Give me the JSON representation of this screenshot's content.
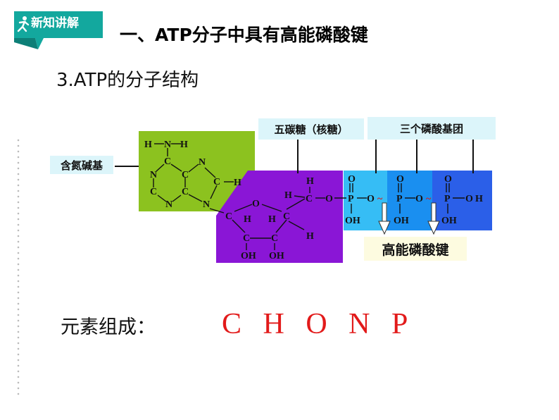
{
  "badge": {
    "text": "新知讲解",
    "icon": "running-person-icon",
    "color": "#13a89e"
  },
  "title": "一、ATP分子中具有高能磷酸键",
  "subtitle": "3.ATP的分子结构",
  "labels": {
    "base": "含氮碱基",
    "sugar": "五碳糖（核糖）",
    "phosphate": "三个磷酸基团",
    "bond": "高能磷酸键"
  },
  "elements": {
    "label": "元素组成：",
    "value": "C H O N P"
  },
  "colors": {
    "base_region": "#8cc21f",
    "sugar_region": "#8a16d6",
    "phosphate_1": "#36bdf5",
    "phosphate_2": "#1a8ff0",
    "phosphate_3": "#2b5fe8",
    "element_text": "#e21a1a"
  },
  "molecule": {
    "atoms": {
      "H": "H",
      "N": "N",
      "C": "C",
      "O": "O",
      "P": "P",
      "OH": "OH",
      "tilde": "~"
    }
  }
}
